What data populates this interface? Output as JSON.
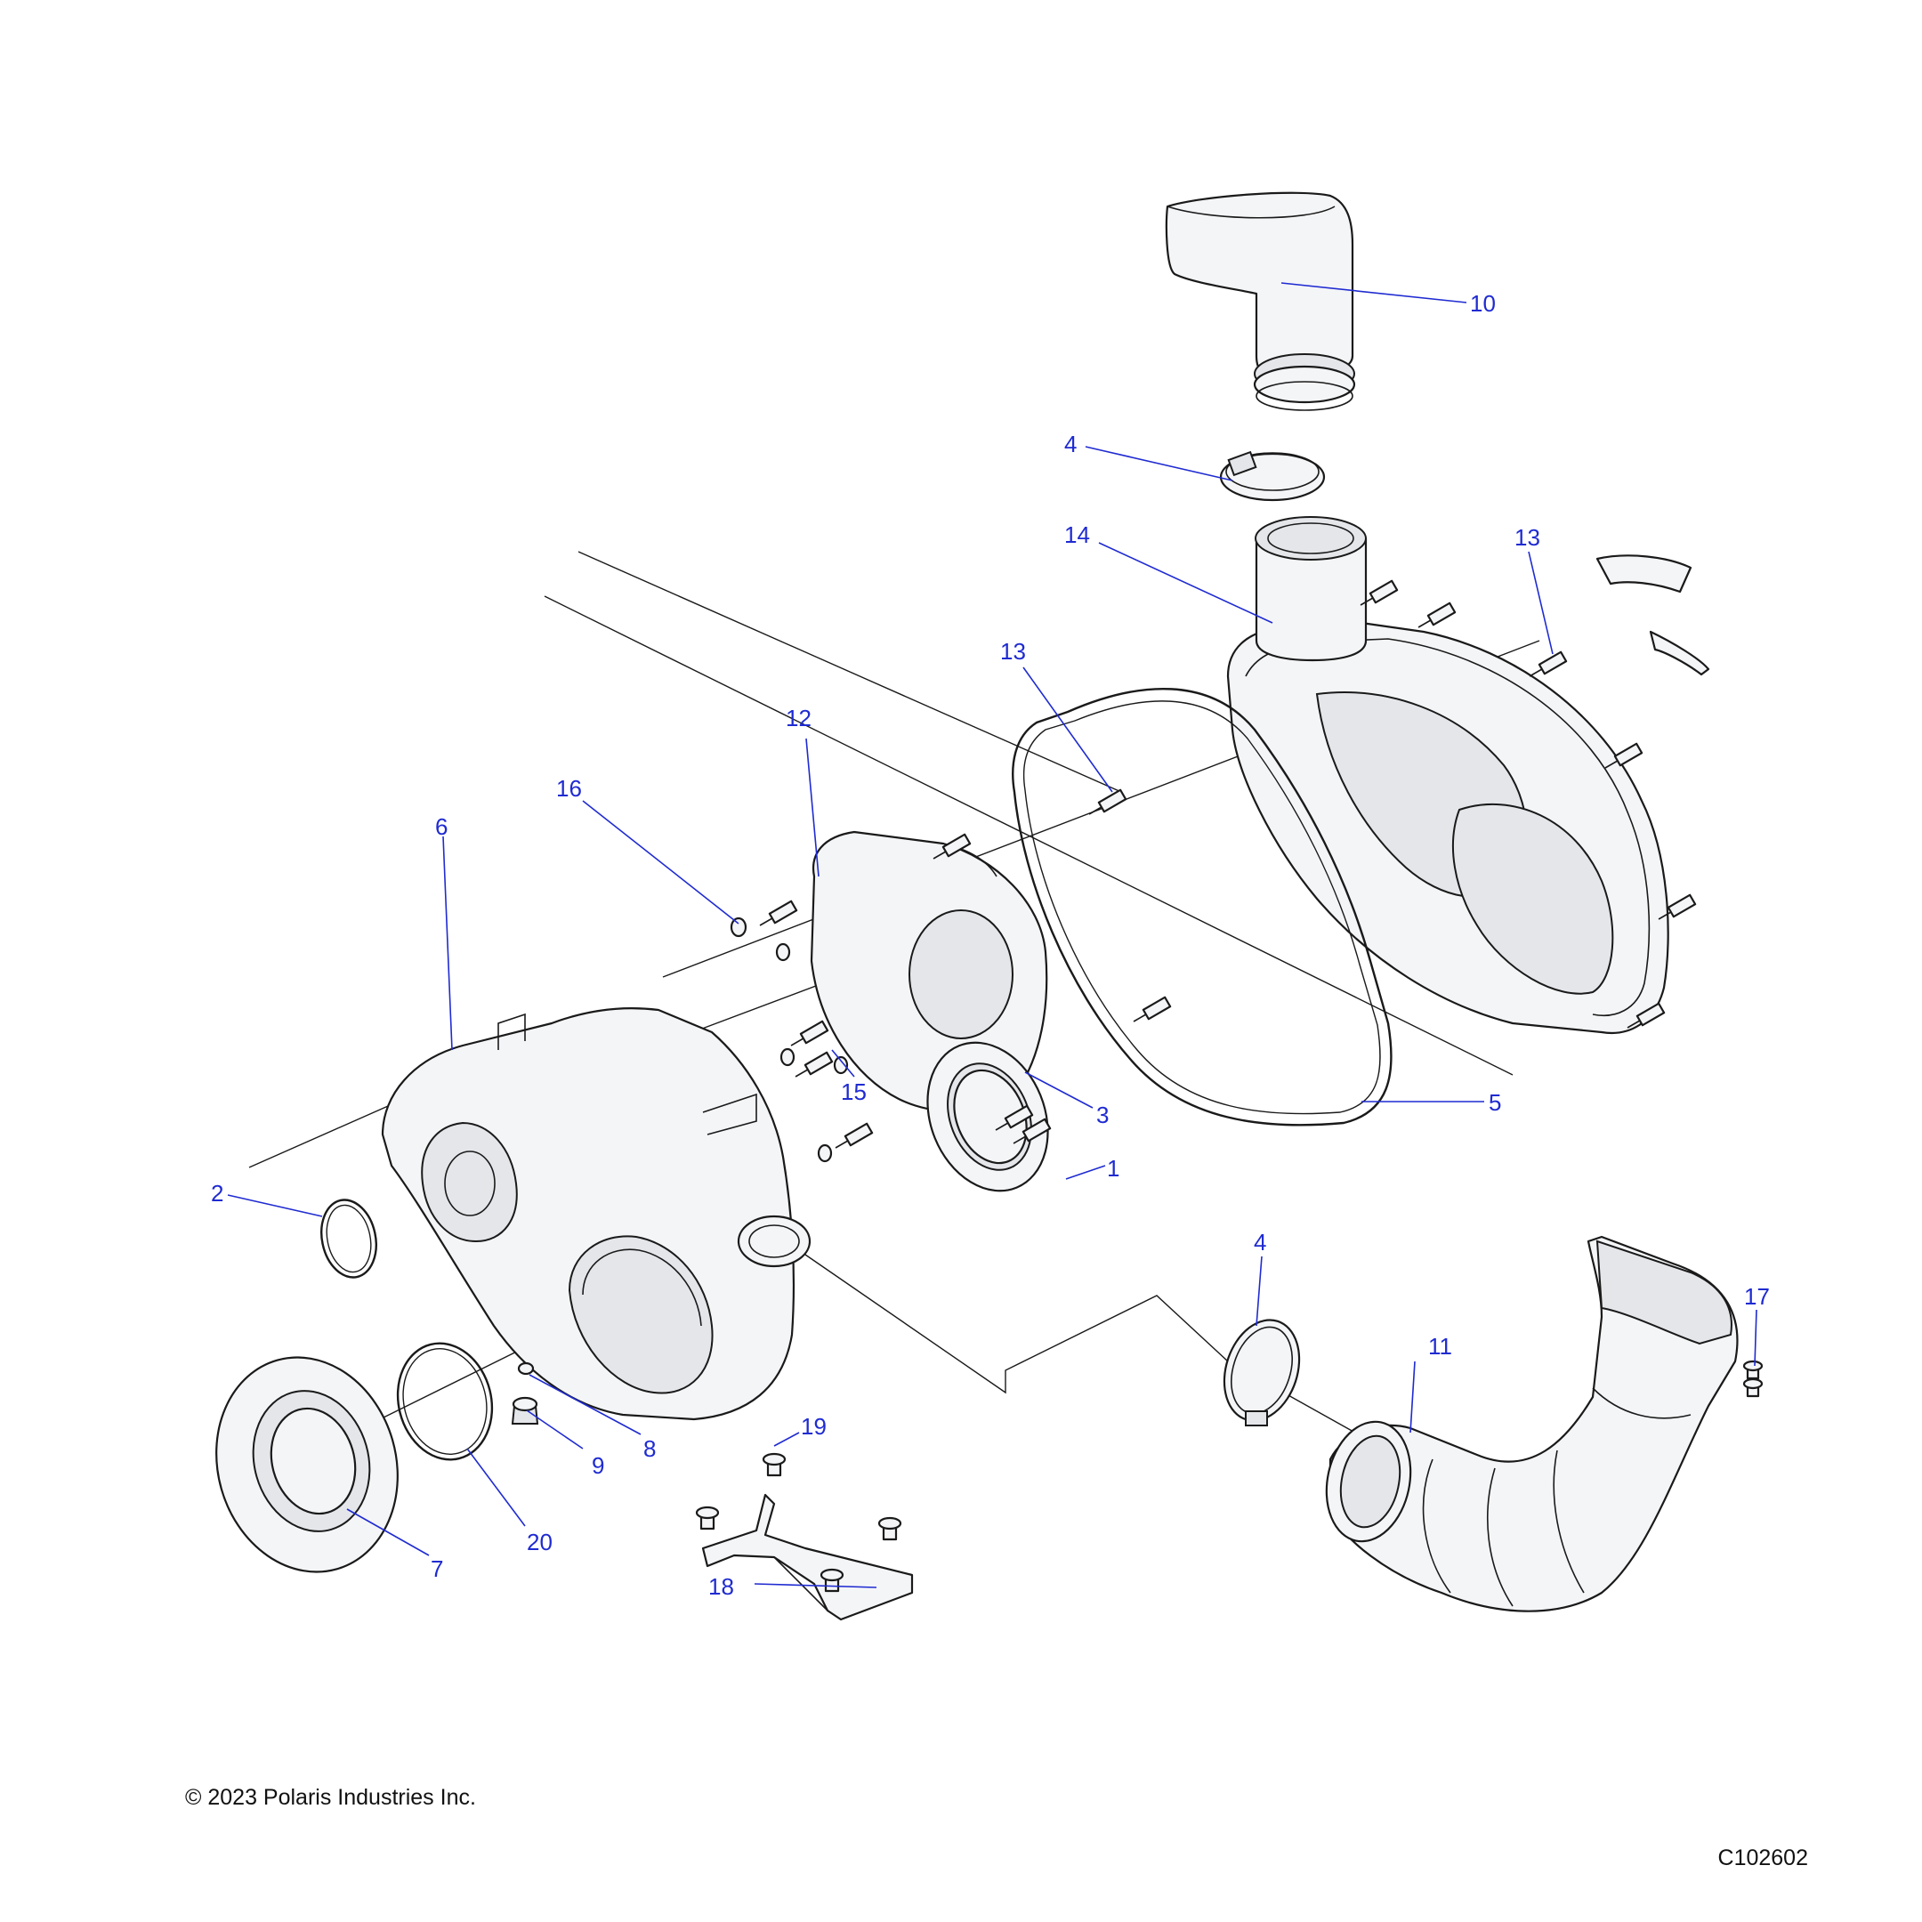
{
  "diagram": {
    "callouts": {
      "c1": "1",
      "c2": "2",
      "c3": "3",
      "c4a": "4",
      "c4b": "4",
      "c5": "5",
      "c6": "6",
      "c7": "7",
      "c8": "8",
      "c9": "9",
      "c10": "10",
      "c11": "11",
      "c12": "12",
      "c13a": "13",
      "c13b": "13",
      "c14": "14",
      "c15": "15",
      "c16": "16",
      "c17": "17",
      "c18": "18",
      "c19": "19",
      "c20": "20"
    }
  },
  "footer": {
    "copyright": "© 2023 Polaris Industries Inc.",
    "drawing_id": "C102602"
  },
  "colors": {
    "callout": "#1f2bd1",
    "line": "#1a1a1a"
  }
}
